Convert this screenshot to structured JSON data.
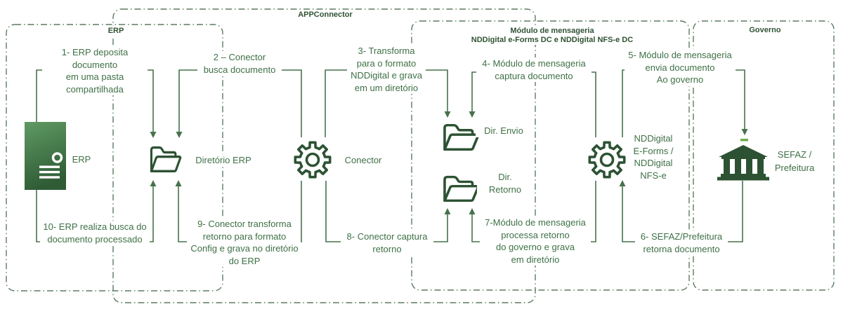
{
  "containers": {
    "erp": {
      "title": "ERP"
    },
    "appconnector": {
      "title": "APPConnector"
    },
    "mensageria": {
      "title": "Módulo de mensageria",
      "subtitle": "NDDigital e-Forms DC e NDDigital NFS-e DC"
    },
    "governo": {
      "title": "Governo"
    }
  },
  "nodes": {
    "erp_server": {
      "label": "ERP"
    },
    "dir_erp": {
      "label": "Diretório ERP"
    },
    "conector": {
      "label": "Conector"
    },
    "dir_envio": {
      "label": "Dir. Envio"
    },
    "dir_retorno": {
      "lines": [
        "Dir.",
        "Retorno"
      ]
    },
    "nddigital": {
      "lines": [
        "NDDigital",
        "E-Forms /",
        "NDDigital",
        "NFS-e"
      ]
    },
    "sefaz": {
      "lines": [
        "SEFAZ /",
        "Prefeitura"
      ]
    }
  },
  "steps": [
    {
      "num": "1",
      "lines": [
        "1- ERP deposita",
        "documento",
        "em uma pasta",
        "compartilhada"
      ]
    },
    {
      "num": "2",
      "lines": [
        "2 – Conector",
        "busca documento"
      ]
    },
    {
      "num": "3",
      "lines": [
        "3- Transforma",
        "para o formato",
        "NDDigital e grava",
        "em um diretório"
      ]
    },
    {
      "num": "4",
      "lines": [
        "4- Módulo de mensageria",
        "captura documento"
      ]
    },
    {
      "num": "5",
      "lines": [
        "5- Módulo de mensageria",
        "envia documento",
        "Ao governo"
      ]
    },
    {
      "num": "6",
      "lines": [
        "6- SEFAZ/Prefeitura",
        "retorna documento"
      ]
    },
    {
      "num": "7",
      "lines": [
        "7-Módulo de mensageria",
        "processa retorno",
        "do governo e grava",
        "em diretório"
      ]
    },
    {
      "num": "8",
      "lines": [
        "8- Conector captura",
        "retorno"
      ]
    },
    {
      "num": "9",
      "lines": [
        "9- Conector transforma",
        "retorno para formato",
        "Config e grava no diretório",
        "do ERP"
      ]
    },
    {
      "num": "10",
      "lines": [
        "10- ERP realiza busca do",
        "documento processado"
      ]
    }
  ],
  "colors": {
    "icon_green": "#2d5233",
    "text_green": "#3e7046",
    "title_green": "#2f5233",
    "border_green": "#5d7a60",
    "line_green": "#47724c",
    "flag_green": "#6fae4e",
    "server_gradient_top": "#609a64",
    "server_gradient_bottom": "#2f5c35",
    "background": "#ffffff"
  }
}
